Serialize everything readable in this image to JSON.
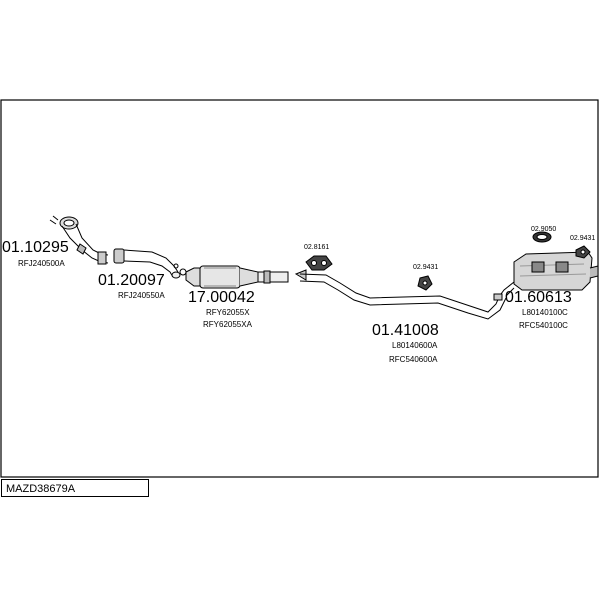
{
  "diagram": {
    "model_code": "MAZD38679A",
    "parts": [
      {
        "number": "01.10295",
        "refs": [
          "RFJ240500A"
        ]
      },
      {
        "number": "01.20097",
        "refs": [
          "RFJ240550A"
        ]
      },
      {
        "number": "17.00042",
        "refs": [
          "RFY62055X",
          "RFY62055XA"
        ]
      },
      {
        "number": "01.41008",
        "refs": [
          "L80140600A",
          "RFC540600A"
        ]
      },
      {
        "number": "01.60613",
        "refs": [
          "L80140100C",
          "RFC540100C"
        ]
      }
    ],
    "fittings": [
      {
        "number": "02.8161"
      },
      {
        "number": "02.9431"
      },
      {
        "number": "02.9050"
      },
      {
        "number": "02.9431"
      }
    ]
  }
}
